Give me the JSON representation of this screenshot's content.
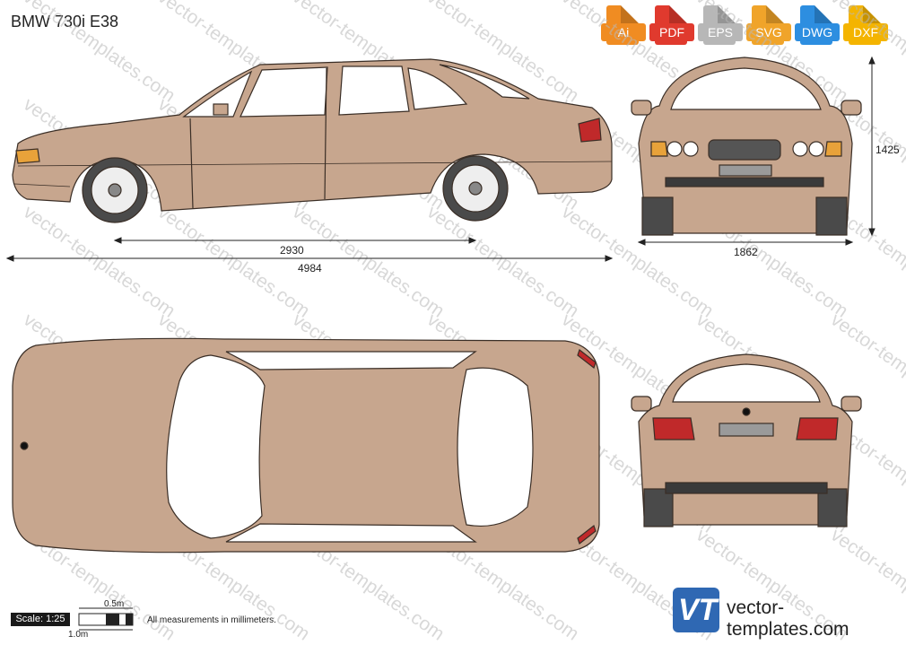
{
  "title": "BMW 730i E38",
  "formats": [
    {
      "label": "Ai",
      "color": "#f08c22"
    },
    {
      "label": "PDF",
      "color": "#e03a2e"
    },
    {
      "label": "EPS",
      "color": "#b7b7b7"
    },
    {
      "label": "SVG",
      "color": "#f0a42a"
    },
    {
      "label": "DWG",
      "color": "#2d8ee0"
    },
    {
      "label": "DXF",
      "color": "#f4b400"
    }
  ],
  "dimensions": {
    "wheelbase": "2930",
    "length": "4984",
    "width": "1862",
    "height": "1425"
  },
  "scale": {
    "label": "Scale: 1:25",
    "half_meter": "0.5m",
    "one_meter": "1.0m"
  },
  "note": "All measurements in millimeters.",
  "brand": {
    "logo_text": "VT",
    "site": "vector-templates.com"
  },
  "watermark": "vector-templates.com",
  "colors": {
    "body": "#c7a68e",
    "outline": "#3a2e26",
    "tire": "#4a4a4a",
    "glass": "#ffffff"
  }
}
